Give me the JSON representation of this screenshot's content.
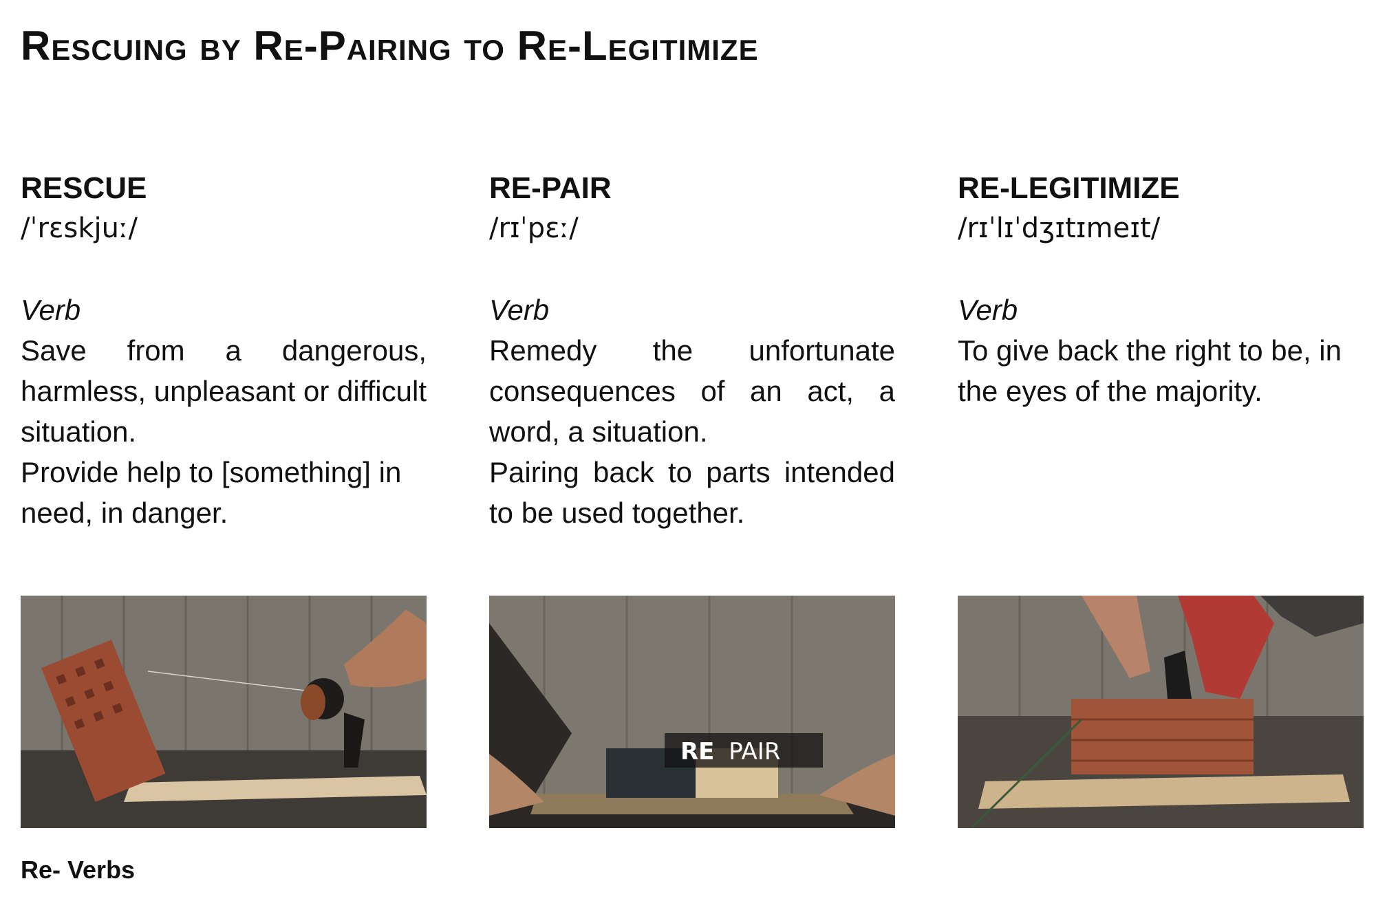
{
  "title": "Rescuing by Re-Pairing to Re-Legitimize",
  "columns": [
    {
      "term": "RESCUE",
      "phonetic": "/ˈrɛskjuː/",
      "pos": "Verb",
      "definitions": [
        "Save from a dangerous, harmless, unpleasant or difficult situation.",
        "Provide help to [something] in need, in danger."
      ]
    },
    {
      "term": "RE-PAIR",
      "phonetic": "/rɪˈpɛː/",
      "pos": "Verb",
      "definitions": [
        "Remedy the unfortunate consequences of an act, a word, a situation.",
        "Pairing back to parts intended to be used together."
      ]
    },
    {
      "term": "RE-LEGITIMIZE",
      "phonetic": "/rɪˈlɪˈdʒɪtɪmeɪt/",
      "pos": "Verb",
      "definitions": [
        "To give back the right to be, in the eyes of the majority."
      ]
    }
  ],
  "photo_overlay": {
    "bold": "RE",
    "regular": "PAIR"
  },
  "caption": "Re- Verbs"
}
